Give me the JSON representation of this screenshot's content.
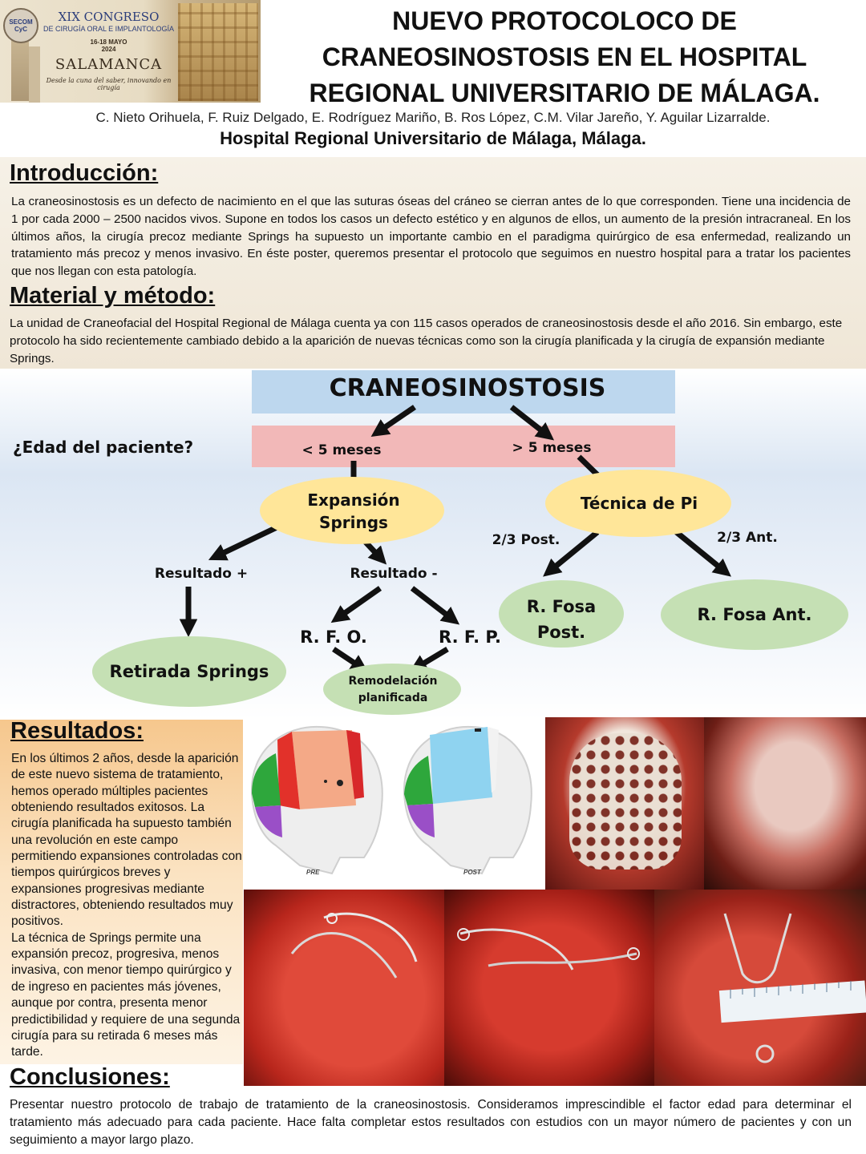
{
  "header": {
    "logo": {
      "badge": "SECOM CyC",
      "line1": "XIX CONGRESO",
      "line2": "DE CIRUGÍA ORAL E IMPLANTOLOGÍA",
      "dates": "16-18 MAYO",
      "year": "2024",
      "city": "SALAMANCA",
      "motto": "Desde la cuna del saber, innovando en cirugía"
    },
    "title": "NUEVO PROTOCOLOCO DE CRANEOSINOSTOSIS EN EL HOSPITAL REGIONAL UNIVERSITARIO DE MÁLAGA.",
    "authors": "C. Nieto Orihuela, F. Ruiz Delgado, E. Rodríguez Mariño, B. Ros López, C.M. Vilar Jareño, Y. Aguilar Lizarralde.",
    "hospital": "Hospital Regional Universitario de Málaga, Málaga."
  },
  "intro": {
    "heading": "Introducción:",
    "text": "La craneosinostosis es un defecto de nacimiento en el que las suturas óseas del cráneo se cierran antes de lo que corresponden. Tiene una incidencia de 1 por cada 2000 – 2500 nacidos vivos. Supone en todos los casos un defecto estético y en algunos de ellos, un aumento de la presión intracraneal. En los últimos años, la cirugía precoz mediante Springs ha supuesto un importante cambio en el paradigma quirúrgico de esa enfermedad, realizando un tratamiento más precoz y menos invasivo. En éste poster, queremos presentar el protocolo que seguimos en nuestro hospital para a tratar los pacientes que nos llegan con esta patología."
  },
  "method": {
    "heading": "Material y método:",
    "text": "La unidad de Craneofacial del Hospital Regional de Málaga cuenta ya con 115 casos operados de craneosinostosis desde el año 2016. Sin embargo, este protocolo ha sido recientemente cambiado debido a la aparición de nuevas técnicas como son la cirugía planificada y la cirugía de expansión mediante Springs."
  },
  "flowchart": {
    "top": "CRANEOSINOSTOSIS",
    "question": "¿Edad del paciente?",
    "age_lt": "< 5 meses",
    "age_gt": "> 5 meses",
    "springs_line1": "Expansión",
    "springs_line2": "Springs",
    "pi": "Técnica de Pi",
    "post_label": "2/3 Post.",
    "ant_label": "2/3 Ant.",
    "result_pos": "Resultado +",
    "result_neg": "Resultado -",
    "rfo": "R. F. O.",
    "rfp": "R. F. P.",
    "fosa_post_line1": "R. Fosa",
    "fosa_post_line2": "Post.",
    "fosa_ant": "R. Fosa Ant.",
    "retirada": "Retirada Springs",
    "remodel_line1": "Remodelación",
    "remodel_line2": "planificada",
    "colors": {
      "top_box": "#bdd7ee",
      "age_box": "#f2b8b8",
      "yellow": "#ffe699",
      "green": "#c5e0b4"
    }
  },
  "results": {
    "heading": "Resultados:",
    "text1": "En los últimos 2 años, desde la aparición de este nuevo sistema de tratamiento, hemos operado múltiples pacientes obteniendo resultados exitosos. La cirugía planificada ha supuesto también una revolución en este campo permitiendo expansiones controladas con tiempos quirúrgicos breves y expansiones progresivas mediante distractores, obteniendo resultados muy positivos.",
    "text2": "La técnica de Springs permite una expansión precoz, progresiva, menos invasiva, con menor tiempo quirúrgico y de ingreso en pacientes más jóvenes, aunque por contra, presenta menor predictibilidad y requiere de una segunda cirugía para su retirada 6 meses más tarde.",
    "photo_pre_label": "PRE",
    "photo_post_label": "POST"
  },
  "conclusions": {
    "heading": "Conclusiones:",
    "text": "Presentar nuestro protocolo de trabajo de tratamiento de la craneosinostosis. Consideramos imprescindible el factor edad para determinar el tratamiento más adecuado para cada paciente. Hace falta completar estos resultados con estudios con un mayor número de pacientes y con un seguimiento a mayor largo plazo."
  }
}
